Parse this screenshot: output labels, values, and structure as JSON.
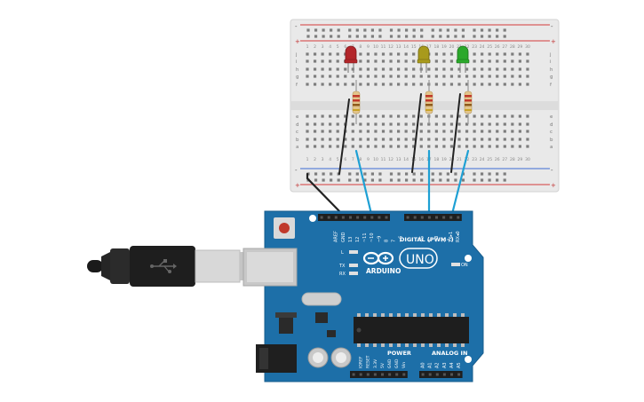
{
  "breadboard": {
    "columns": [
      "1",
      "2",
      "3",
      "4",
      "5",
      "6",
      "7",
      "8",
      "9",
      "10",
      "11",
      "12",
      "13",
      "14",
      "15",
      "16",
      "17",
      "18",
      "19",
      "20",
      "21",
      "22",
      "23",
      "24",
      "25",
      "26",
      "27",
      "28",
      "29",
      "30"
    ],
    "rows_top": [
      "j",
      "i",
      "h",
      "g",
      "f"
    ],
    "rows_bottom": [
      "e",
      "d",
      "c",
      "b",
      "a"
    ],
    "rail_minus": "-",
    "rail_plus": "+"
  },
  "leds": [
    {
      "color_name": "red",
      "color": "#b3262a"
    },
    {
      "color_name": "yellow",
      "color": "#a89a1c"
    },
    {
      "color_name": "green",
      "color": "#2ba82b"
    }
  ],
  "colors": {
    "board": "#1d6fa8",
    "board_edge": "#175c8c",
    "breadboard": "#e9e9e9",
    "wire_signal": "#1ea0d4",
    "wire_ground": "#222222",
    "rail_red": "#d23c3c",
    "rail_blue": "#3c6bd2"
  },
  "arduino": {
    "top_header_labels": [
      "AREF",
      "GND",
      "13",
      "12",
      "~11",
      "~10",
      "~9",
      "8",
      "7",
      "~6",
      "~5",
      "4",
      "~3",
      "2",
      "TX▸1",
      "RX◂0"
    ],
    "digital_label": "DIGITAL (PWM~)",
    "brand": "ARDUINO",
    "model": "UNO",
    "led_labels": [
      "L",
      "TX",
      "RX"
    ],
    "on_label": "ON",
    "power_title": "POWER",
    "analog_title": "ANALOG IN",
    "power_pins": [
      "IOREF",
      "RESET",
      "3.3V",
      "5V",
      "GND",
      "GND",
      "Vin"
    ],
    "analog_pins": [
      "A0",
      "A1",
      "A2",
      "A3",
      "A4",
      "A5"
    ]
  }
}
